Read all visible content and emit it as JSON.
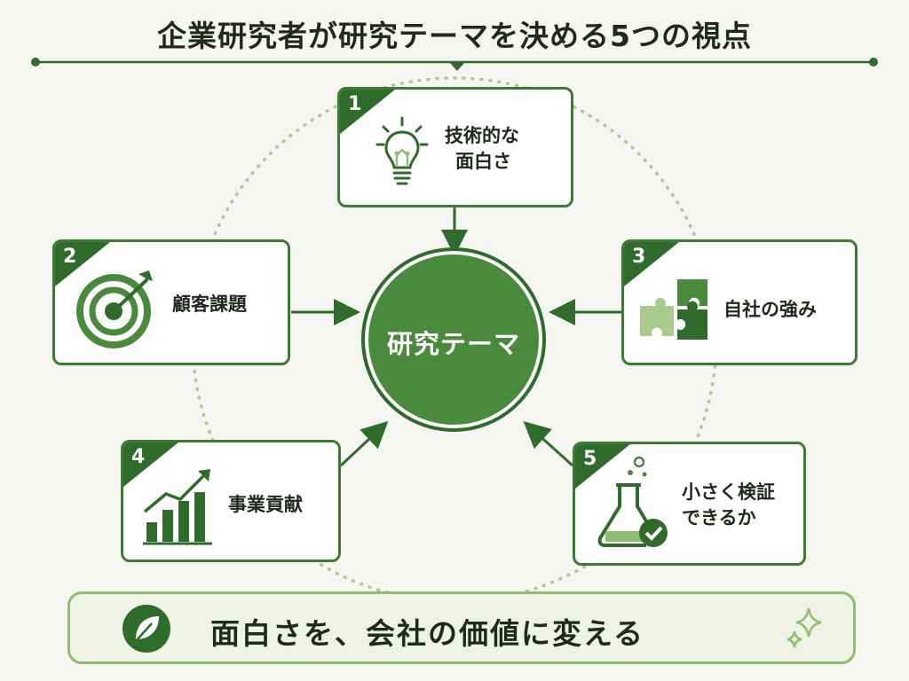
{
  "title": "企業研究者が研究テーマを決める5つの視点",
  "center": {
    "label": "研究テーマ"
  },
  "perspectives": [
    {
      "number": "1",
      "line1": "技術的な",
      "line2": "面白さ",
      "icon": "lightbulb-icon"
    },
    {
      "number": "2",
      "line1": "顧客課題",
      "icon": "target-icon"
    },
    {
      "number": "3",
      "line1": "自社の強み",
      "icon": "puzzle-icon"
    },
    {
      "number": "4",
      "line1": "事業貢献",
      "icon": "growth-chart-icon"
    },
    {
      "number": "5",
      "line1": "小さく検証",
      "line2": "できるか",
      "icon": "flask-check-icon"
    }
  ],
  "banner": {
    "text": "面白さを、会社の価値に変える",
    "icon": "leaf-icon",
    "decoration": "sparkle-icon"
  },
  "colors": {
    "primary": "#2f6b2a",
    "accent": "#4a8a3c",
    "light": "#8fbd6f",
    "background": "#f5f5f2"
  }
}
